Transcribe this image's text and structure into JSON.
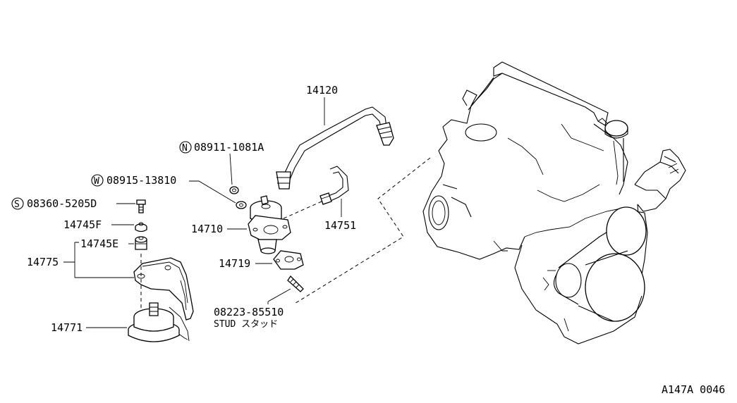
{
  "diagram": {
    "figure_code": "A147A 0046",
    "parts": {
      "pipe": "14120",
      "bolt_n": "08911-1081A",
      "washer_w": "08915-13810",
      "screw_s": "08360-5205D",
      "insulator_f": "14745F",
      "insulator_e": "14745E",
      "bracket": "14775",
      "valve": "14710",
      "hose": "14751",
      "gasket": "14719",
      "stud": "08223-85510",
      "control_valve": "14771"
    },
    "stud_caption": "STUD スタッド",
    "circle_marks": {
      "n": "N",
      "w": "W",
      "s": "S"
    }
  }
}
